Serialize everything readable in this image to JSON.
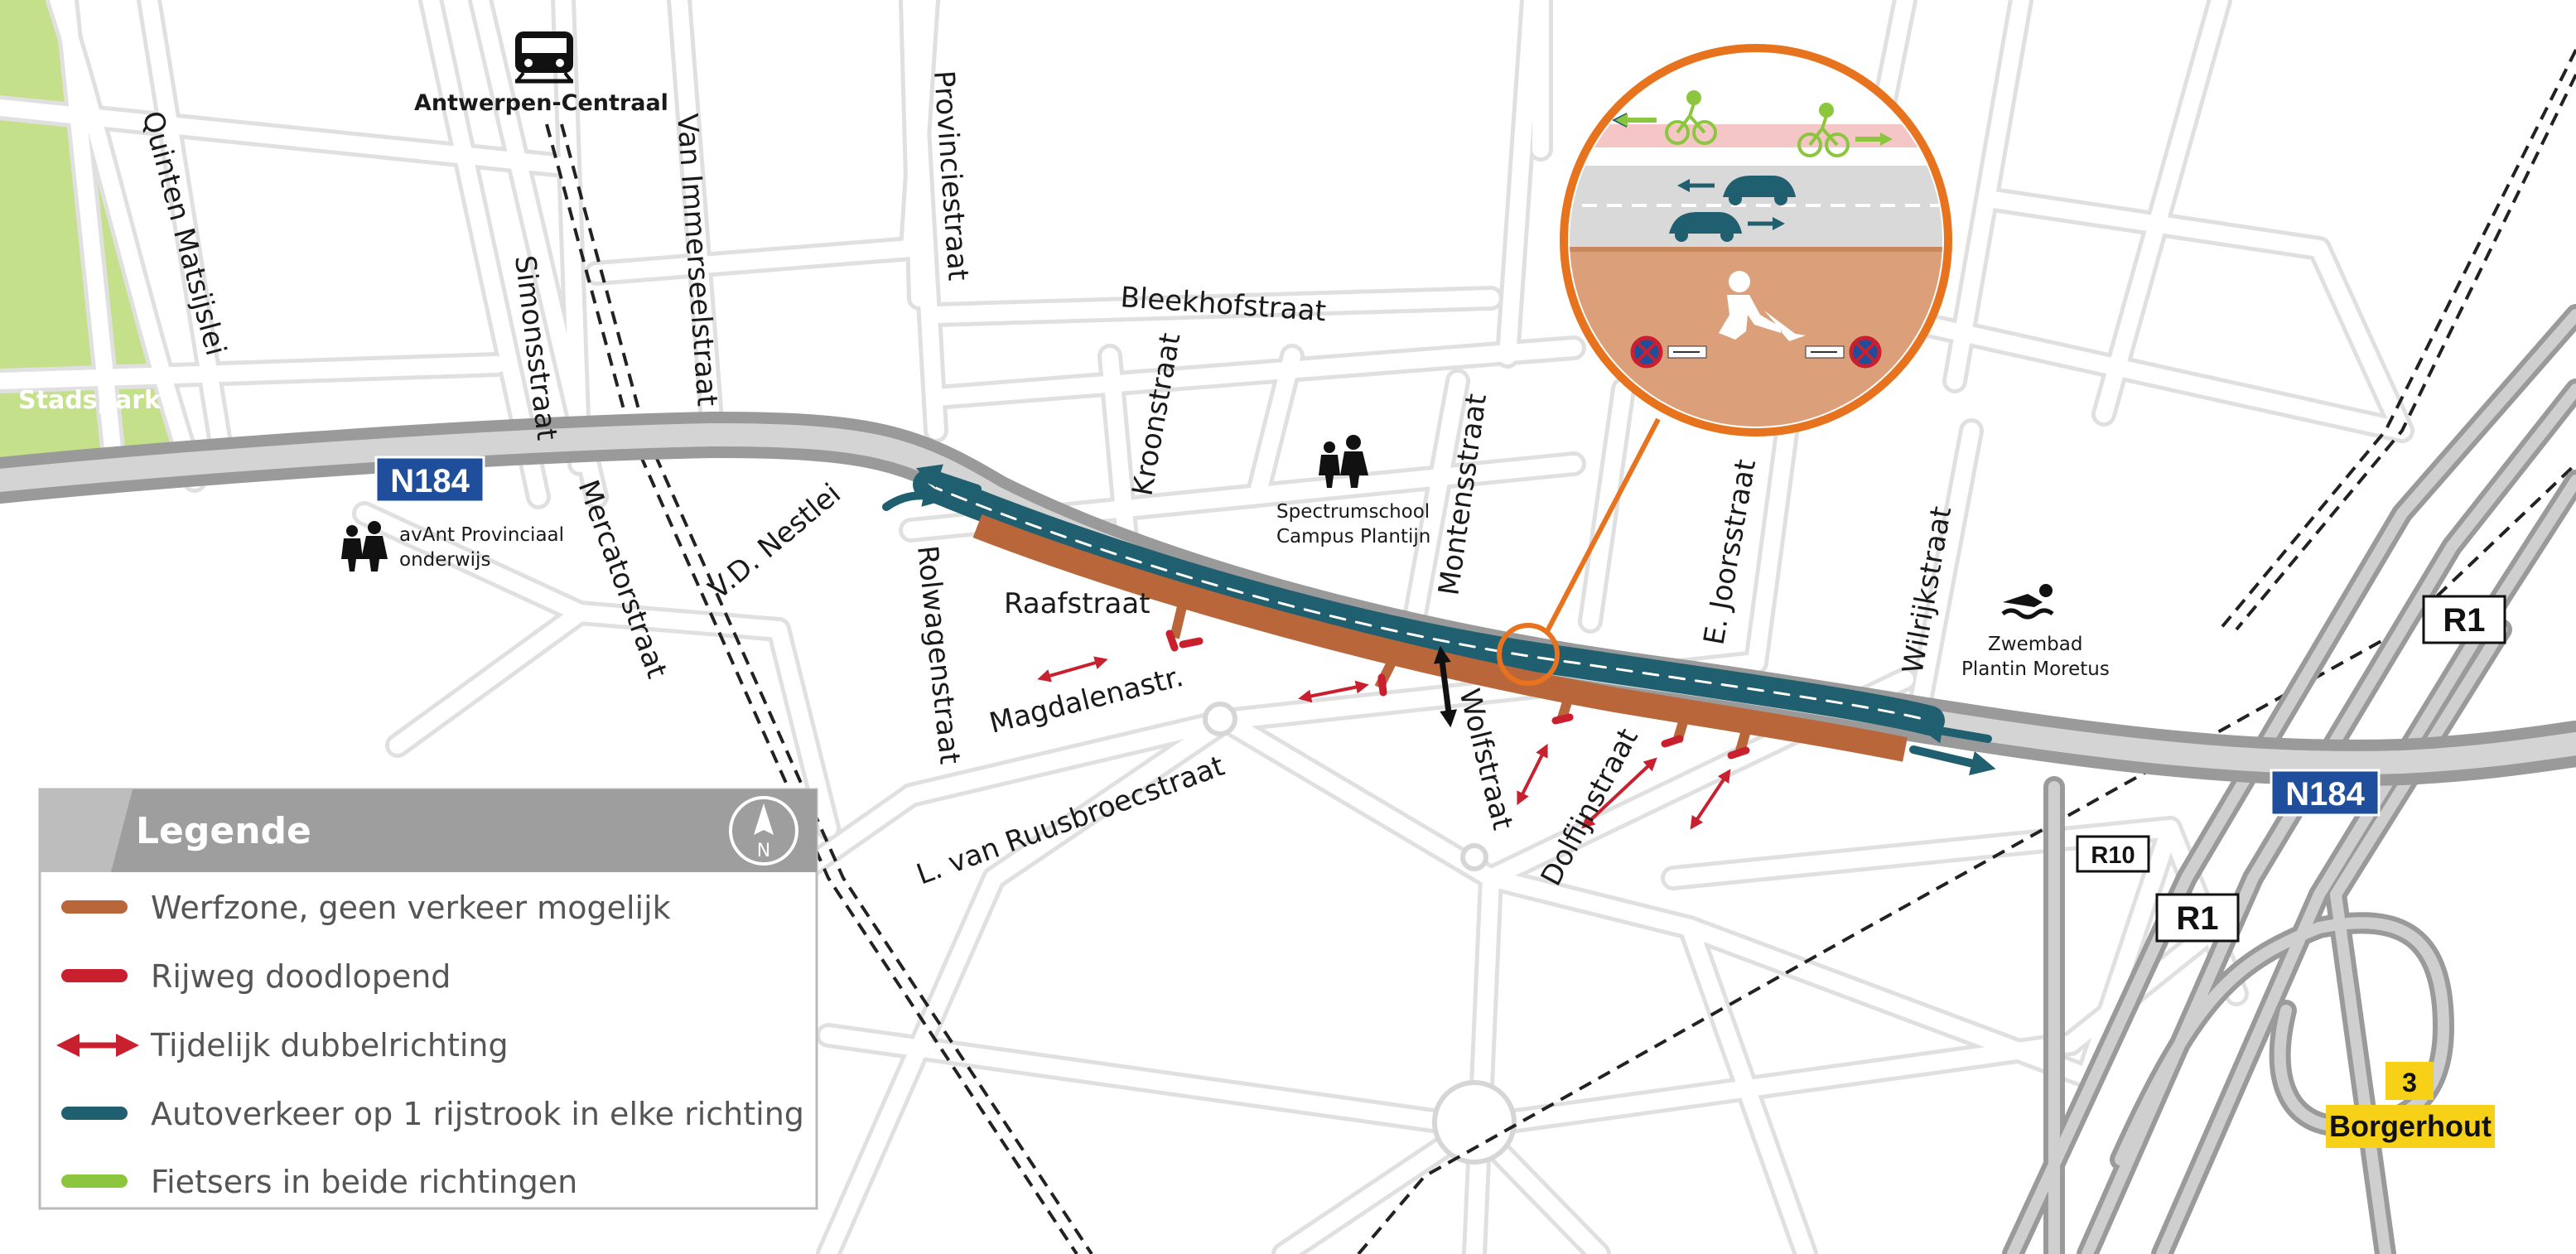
{
  "map": {
    "streets": {
      "quinten_matsijslei": "Quinten Matsijslei",
      "simonsstraat": "Simonsstraat",
      "van_immerseelstraat": "Van Immerseelstraat",
      "provinciestraat": "Provinciestraat",
      "bleekhofstraat": "Bleekhofstraat",
      "kroonstraat": "Kroonstraat",
      "montensstraat": "Montensstraat",
      "e_joorsstraat": "E. Joorsstraat",
      "wilrijkstraat": "Wilrijkstraat",
      "mercatorstraat": "Mercatorstraat",
      "vd_nestlei": "V.D. Nestlei",
      "rolwagenstraat": "Rolwagenstraat",
      "raafstraat": "Raafstraat",
      "magdalenastr": "Magdalenastr.",
      "l_van_ruusbroecstraat": "L. van Ruusbroecstraat",
      "wolfstraat": "Wolfstraat",
      "dolfijnstraat": "Dolfijnstraat"
    },
    "places": {
      "park": "Stadspark",
      "station": "Antwerpen-Centraal",
      "school1_line1": "avAnt Provinciaal",
      "school1_line2": "onderwijs",
      "school2_line1": "Spectrumschool",
      "school2_line2": "Campus Plantijn",
      "pool_line1": "Zwembad",
      "pool_line2": "Plantin Moretus",
      "exit_number": "3",
      "exit_name": "Borgerhout"
    },
    "road_badges": {
      "n184_left": "N184",
      "n184_right": "N184",
      "r1_top": "R1",
      "r1_bottom": "R1",
      "r10": "R10"
    },
    "icons": {
      "station": "train-icon",
      "school": "school-children-icon",
      "pool": "swimmer-icon",
      "worker": "road-worker-icon",
      "no_stopping": "no-stopping-sign-icon",
      "bike": "bicycle-icon",
      "car": "car-icon",
      "compass": "north-arrow-icon",
      "logo": "flemish-lion-logo"
    },
    "colors": {
      "road_gray": "#a9a9a9",
      "work_zone": "#b9663a",
      "dead_end": "#c8202f",
      "two_way": "#c8202f",
      "car_traffic": "#1f5f6f",
      "bikes": "#8cc63f",
      "park_green": "#c5e08a",
      "badge_blue": "#1f4e9c",
      "callout_orange": "#e8731e",
      "exit_yellow": "#f7d117"
    }
  },
  "legend": {
    "title": "Legende",
    "north": "N",
    "items": [
      {
        "label": "Werfzone, geen verkeer mogelijk",
        "color": "#b9663a"
      },
      {
        "label": "Rijweg doodlopend",
        "color": "#c8202f"
      },
      {
        "label": "Tijdelijk dubbelrichting",
        "color": "#c8202f"
      },
      {
        "label": "Autoverkeer op 1 rijstrook in elke richting",
        "color": "#1f5f6f"
      },
      {
        "label": "Fietsers in beide richtingen",
        "color": "#8cc63f"
      }
    ]
  }
}
